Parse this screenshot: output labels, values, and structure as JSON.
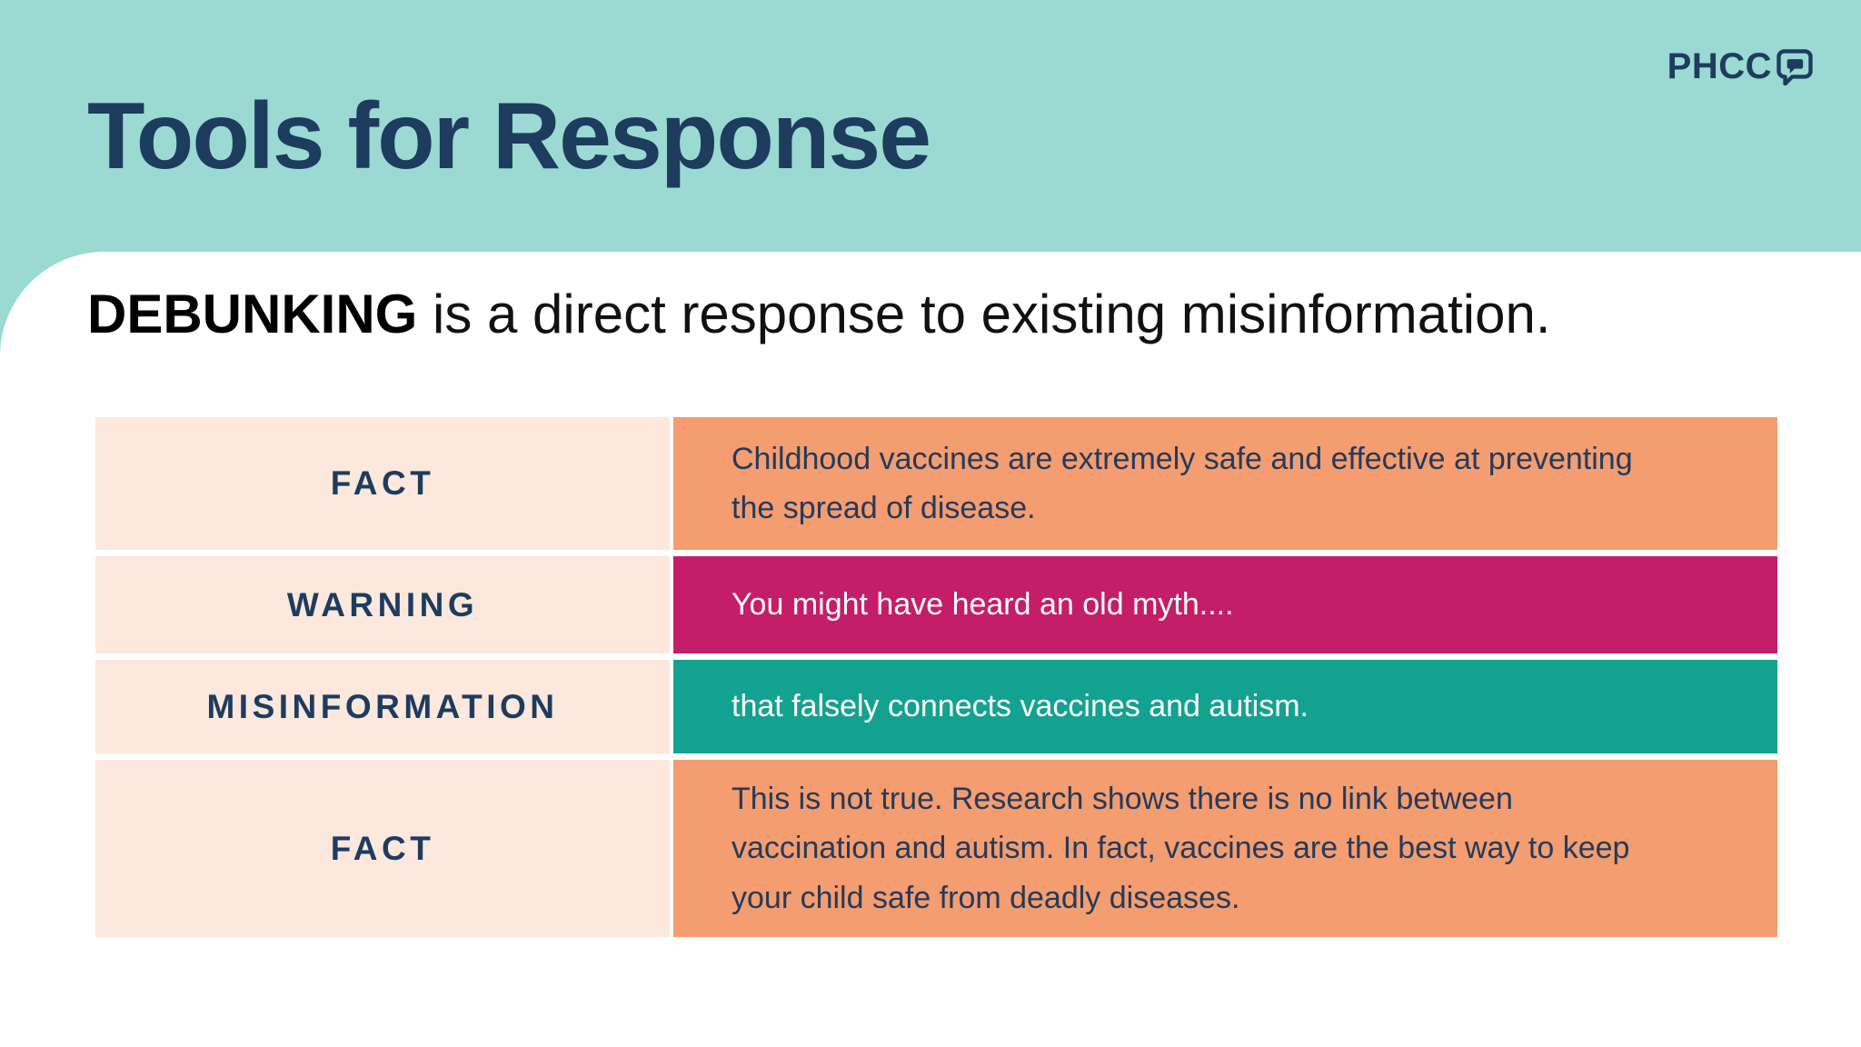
{
  "slide": {
    "title": "Tools for Response",
    "logo_text": "PHCC",
    "intro_bold": "DEBUNKING",
    "intro_rest": " is a direct response to existing misinformation."
  },
  "colors": {
    "header_mint": "#9bdad2",
    "navy": "#1d3c5e",
    "label_peach": "#fce8dd",
    "fact_orange": "#f39d70",
    "warning_magenta": "#c51e69",
    "misinformation_teal": "#14a290",
    "panel_white": "#ffffff"
  },
  "table": {
    "rows": [
      {
        "label": "FACT",
        "type": "fact",
        "text": "Childhood vaccines are extremely safe and effective at preventing\nthe spread of disease."
      },
      {
        "label": "WARNING",
        "type": "warning",
        "text": "You might have heard an old myth...."
      },
      {
        "label": "MISINFORMATION",
        "type": "misinformation",
        "text": "that falsely connects vaccines and autism."
      },
      {
        "label": "FACT",
        "type": "fact",
        "text": "This is not true. Research shows there is no link between\nvaccination and autism. In fact, vaccines are the best way to keep\nyour child safe from deadly diseases."
      }
    ]
  }
}
